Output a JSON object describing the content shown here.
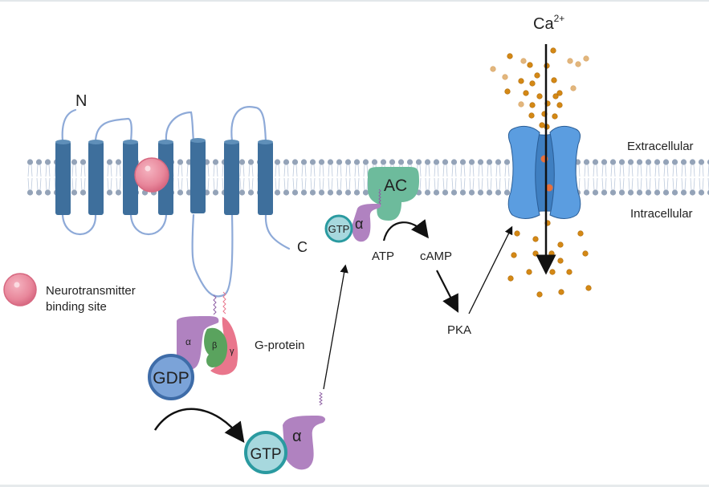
{
  "figure": {
    "title": "GPCR signaling: neurotransmitter binding, G-protein activation, adenylyl cyclase, PKA and Ca2+ channel",
    "labels": {
      "n_terminus": "N",
      "c_terminus": "C",
      "legend_line1": "Neurotransmitter",
      "legend_line2": "binding site",
      "g_protein": "G-protein",
      "gdp": "GDP",
      "gtp_large": "GTP",
      "gtp_small": "GTP",
      "alpha_small": "α",
      "alpha_free": "α",
      "alpha_bound": "α",
      "beta": "β",
      "gamma": "γ",
      "ac": "AC",
      "atp": "ATP",
      "camp": "cAMP",
      "pka": "PKA",
      "calcium": "Ca",
      "calcium_charge": "2+",
      "extracellular": "Extracellular",
      "intracellular": "Intracellular"
    },
    "colors": {
      "receptor": "#3e6f9c",
      "loop": "#8eaad8",
      "membrane_head": "#94a3b8",
      "neurotransmitter": "#e8879b",
      "alpha": "#b082c0",
      "beta": "#5aa35e",
      "gamma": "#e9768c",
      "gdp": "#4b77b2",
      "gtp": "#9fd3d9",
      "gtp_ring": "#2a9aa0",
      "ac": "#6dbb9c",
      "channel_outer": "#5b9de0",
      "channel_inner": "#3f7fc1",
      "calcium": "#d48815",
      "calcium_faint": "#e2b67d",
      "calcium_channel_ion": "#e8703c"
    }
  }
}
